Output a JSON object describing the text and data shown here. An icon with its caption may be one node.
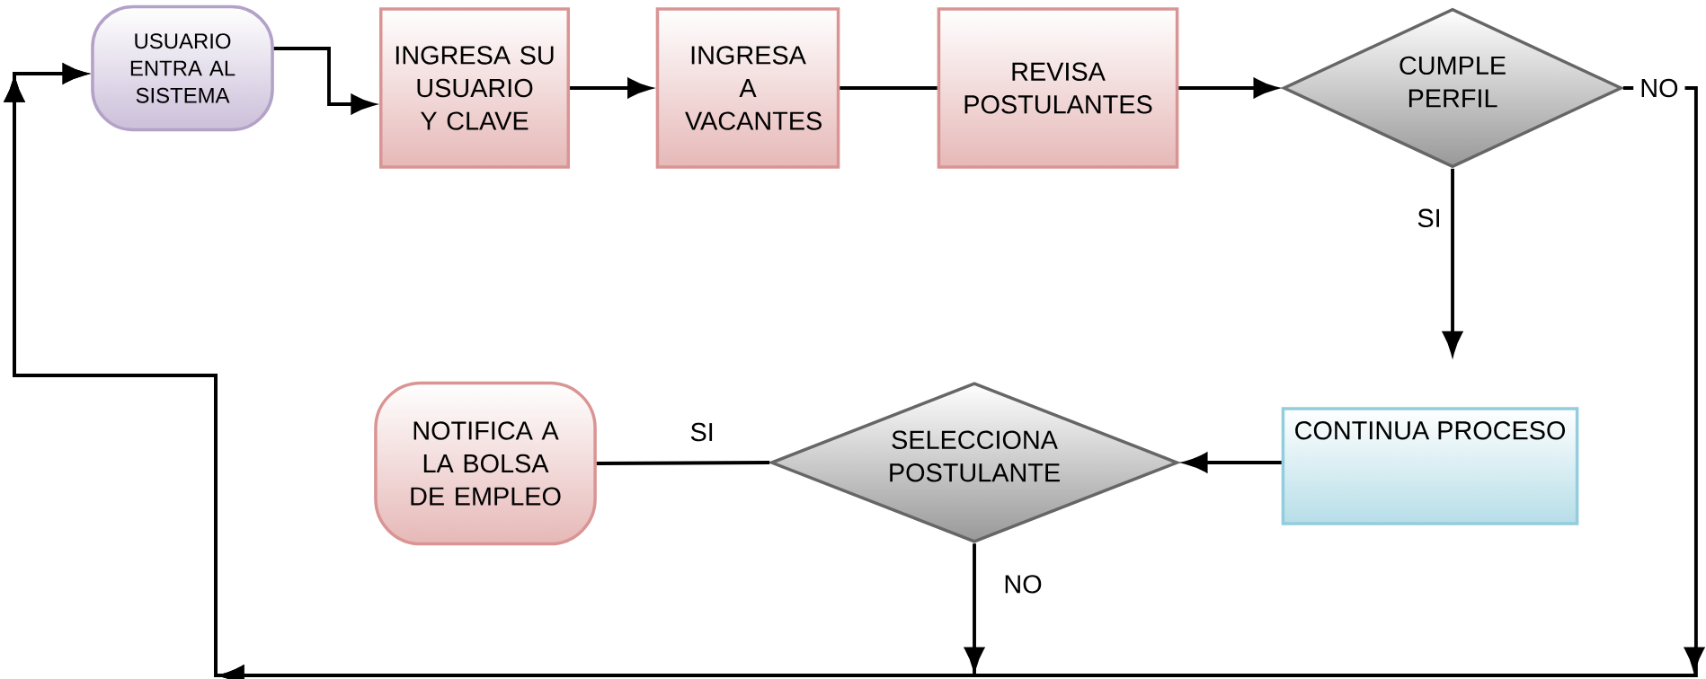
{
  "diagram": {
    "nodes": [
      {
        "text": [
          "USUARIO ENTRA AL SISTEMA"
        ]
      },
      {
        "text": [
          "INGRESA SU USUARIO Y CLAVE"
        ]
      },
      {
        "text": [
          "INGRESA A VACANTES"
        ]
      },
      {
        "text": [
          "REVISA POSTULANTES"
        ]
      },
      {
        "text": [
          "CUMPLE PERFIL"
        ]
      },
      {
        "text": [
          "NOTIFICA A LA BOLSA DE EMPLEO"
        ]
      },
      {
        "text": [
          "SELECCIONA POSTULANTE"
        ]
      },
      {
        "text": [
          "CONTINUA PROCESO"
        ]
      }
    ],
    "edges": [
      {
        "from": 0,
        "to": 1,
        "arrow": "to"
      },
      {
        "from": 1,
        "to": 2,
        "arrow": "to"
      },
      {
        "from": 2,
        "to": 3,
        "arrow": "none"
      },
      {
        "from": 3,
        "to": 4,
        "arrow": "to"
      },
      {
        "from": 4,
        "to": 7,
        "arrow": "to",
        "label": "SI"
      },
      {
        "from": 7,
        "to": 6,
        "arrow": "to"
      },
      {
        "from": 6,
        "to": 5,
        "arrow": "none",
        "label": "SI"
      },
      {
        "from": 4,
        "to": 0,
        "arrow": "to",
        "label": "NO"
      },
      {
        "from": 6,
        "to": 0,
        "arrow": "to",
        "label": "NO"
      }
    ]
  }
}
